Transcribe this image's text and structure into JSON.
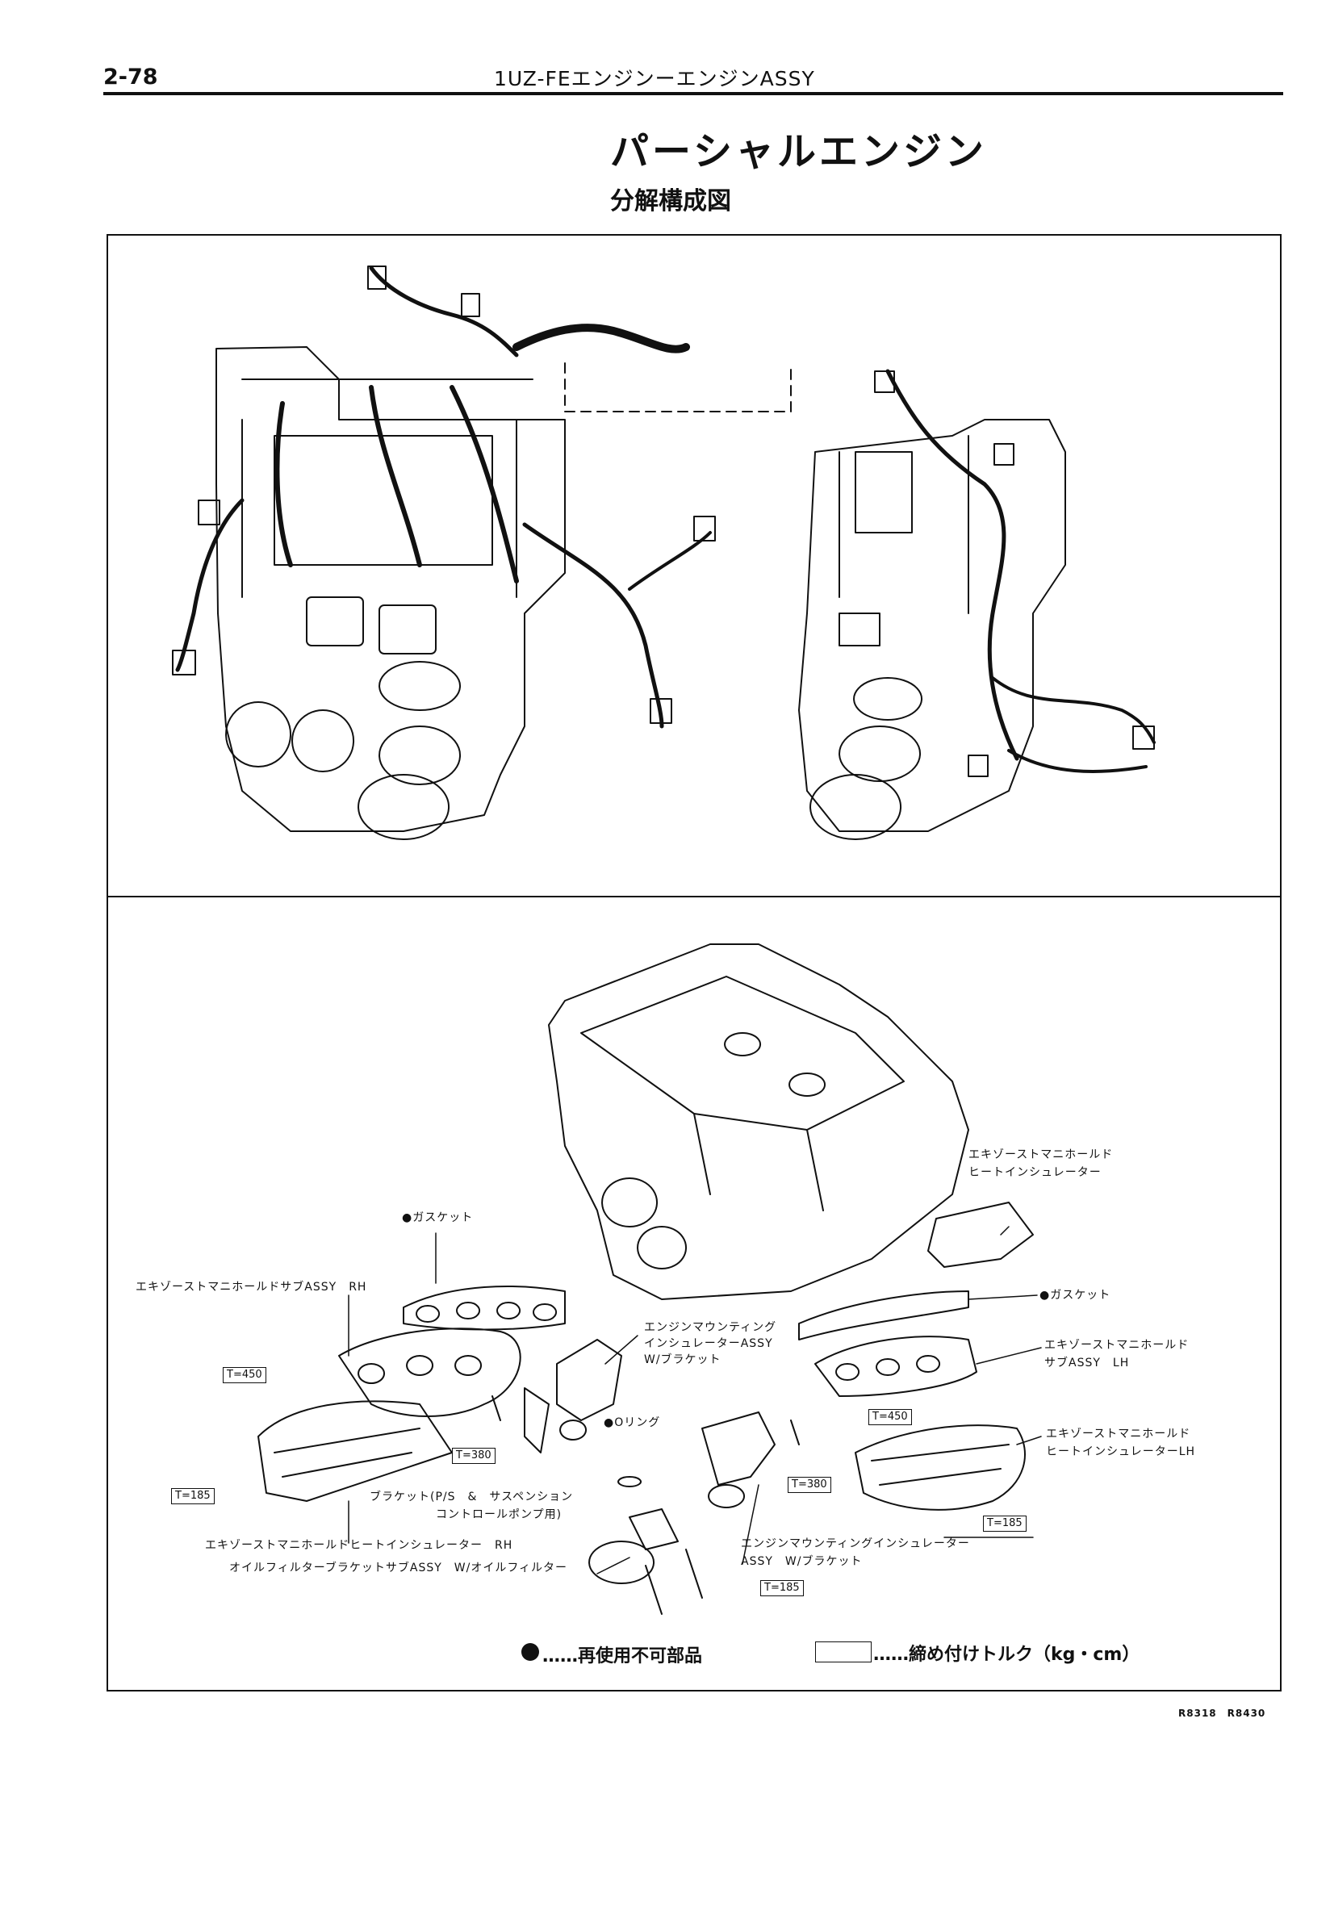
{
  "header": {
    "page_number": "2-78",
    "section_title": "1UZ-FEエンジンーエンジンASSY"
  },
  "page_title": "パーシャルエンジン",
  "subtitle": "分解構成図",
  "labels": {
    "exhaust_heat_insulator_upper": "エキゾーストマニホールド",
    "exhaust_heat_insulator_upper_2": "ヒートインシュレーター",
    "gasket_left": "●ガスケット",
    "gasket_right": "●ガスケット",
    "exhaust_manifold_rh": "エキゾーストマニホールドサブASSY　RH",
    "engine_mounting_upper": "エンジンマウンティング",
    "engine_mounting_upper_2": "インシュレーターASSY",
    "engine_mounting_upper_3": "W/ブラケット",
    "exhaust_manifold_lh": "エキゾーストマニホールド",
    "exhaust_manifold_lh_2": "サブASSY　LH",
    "o_ring": "●Oリング",
    "heat_insulator_lh": "エキゾーストマニホールド",
    "heat_insulator_lh_2": "ヒートインシュレーターLH",
    "bracket_ps": "ブラケット(P/S　&　サスペンション",
    "bracket_ps_2": "コントロールポンプ用)",
    "heat_insulator_rh": "エキゾーストマニホールドヒートインシュレーター　RH",
    "oil_filter_bracket": "オイルフィルターブラケットサブASSY　W/オイルフィルター",
    "engine_mounting_lower": "エンジンマウンティングインシュレーター",
    "engine_mounting_lower_2": "ASSY　W/ブラケット"
  },
  "torques": {
    "t450_left": "T=450",
    "t380_left": "T=380",
    "t185_left": "T=185",
    "t450_right": "T=450",
    "t380_right": "T=380",
    "t185_right": "T=185",
    "t185_bottom": "T=185"
  },
  "legend": {
    "non_reusable": "……再使用不可部品",
    "torque": "……締め付けトルク（kg・cm）"
  },
  "figure_codes": "R8318　R8430"
}
